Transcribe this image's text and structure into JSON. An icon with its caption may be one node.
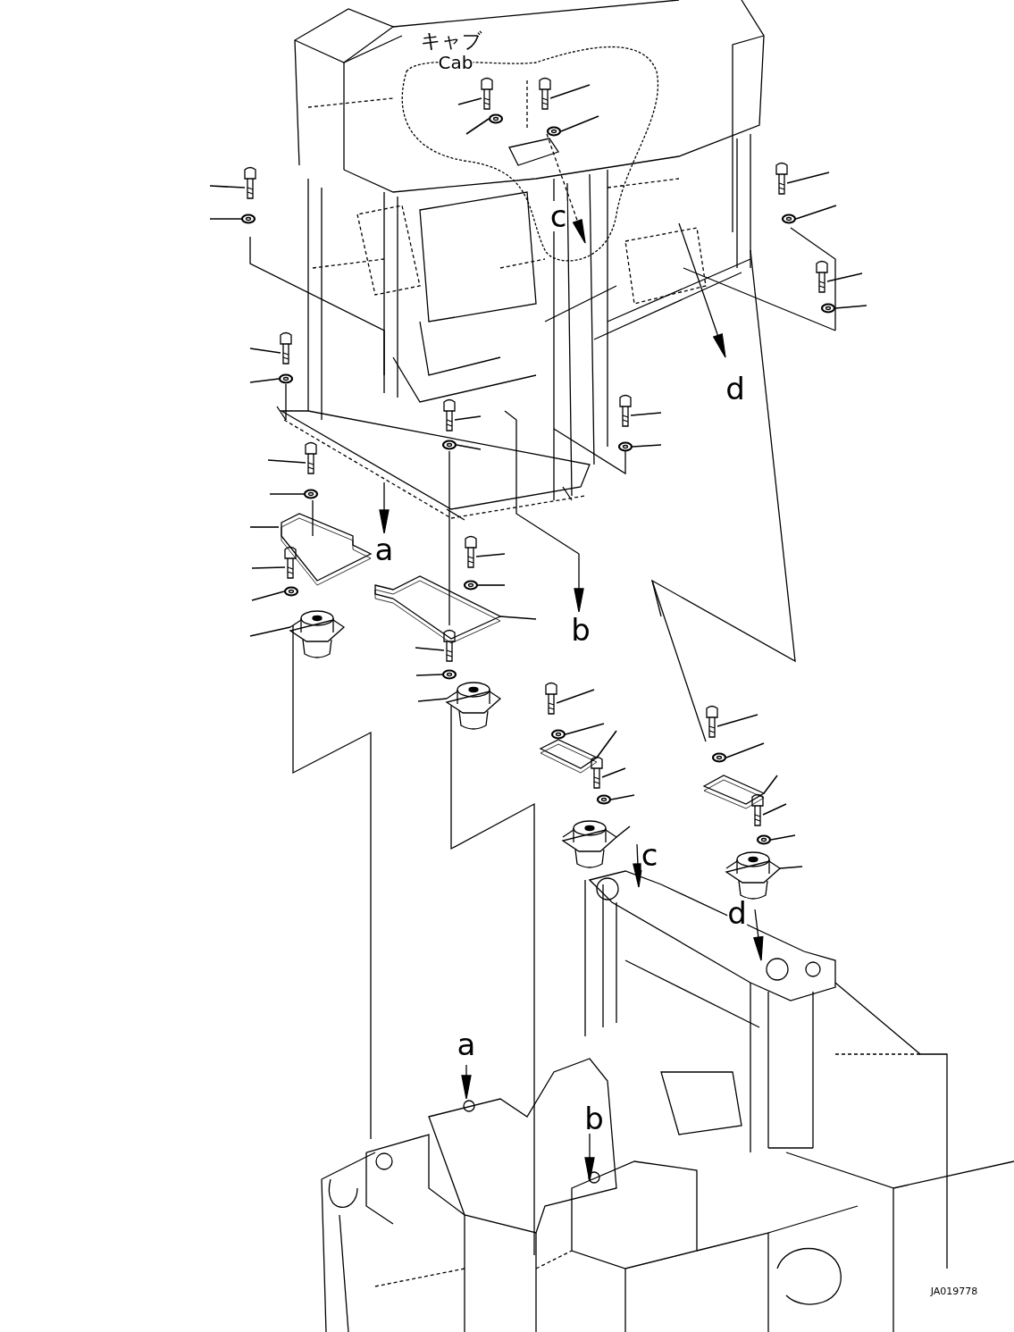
{
  "diagram": {
    "labels": [
      "キャブ",
      "Cab",
      "c",
      "d",
      "a",
      "b",
      "c",
      "d",
      "a",
      "b",
      "JA019778"
    ]
  }
}
